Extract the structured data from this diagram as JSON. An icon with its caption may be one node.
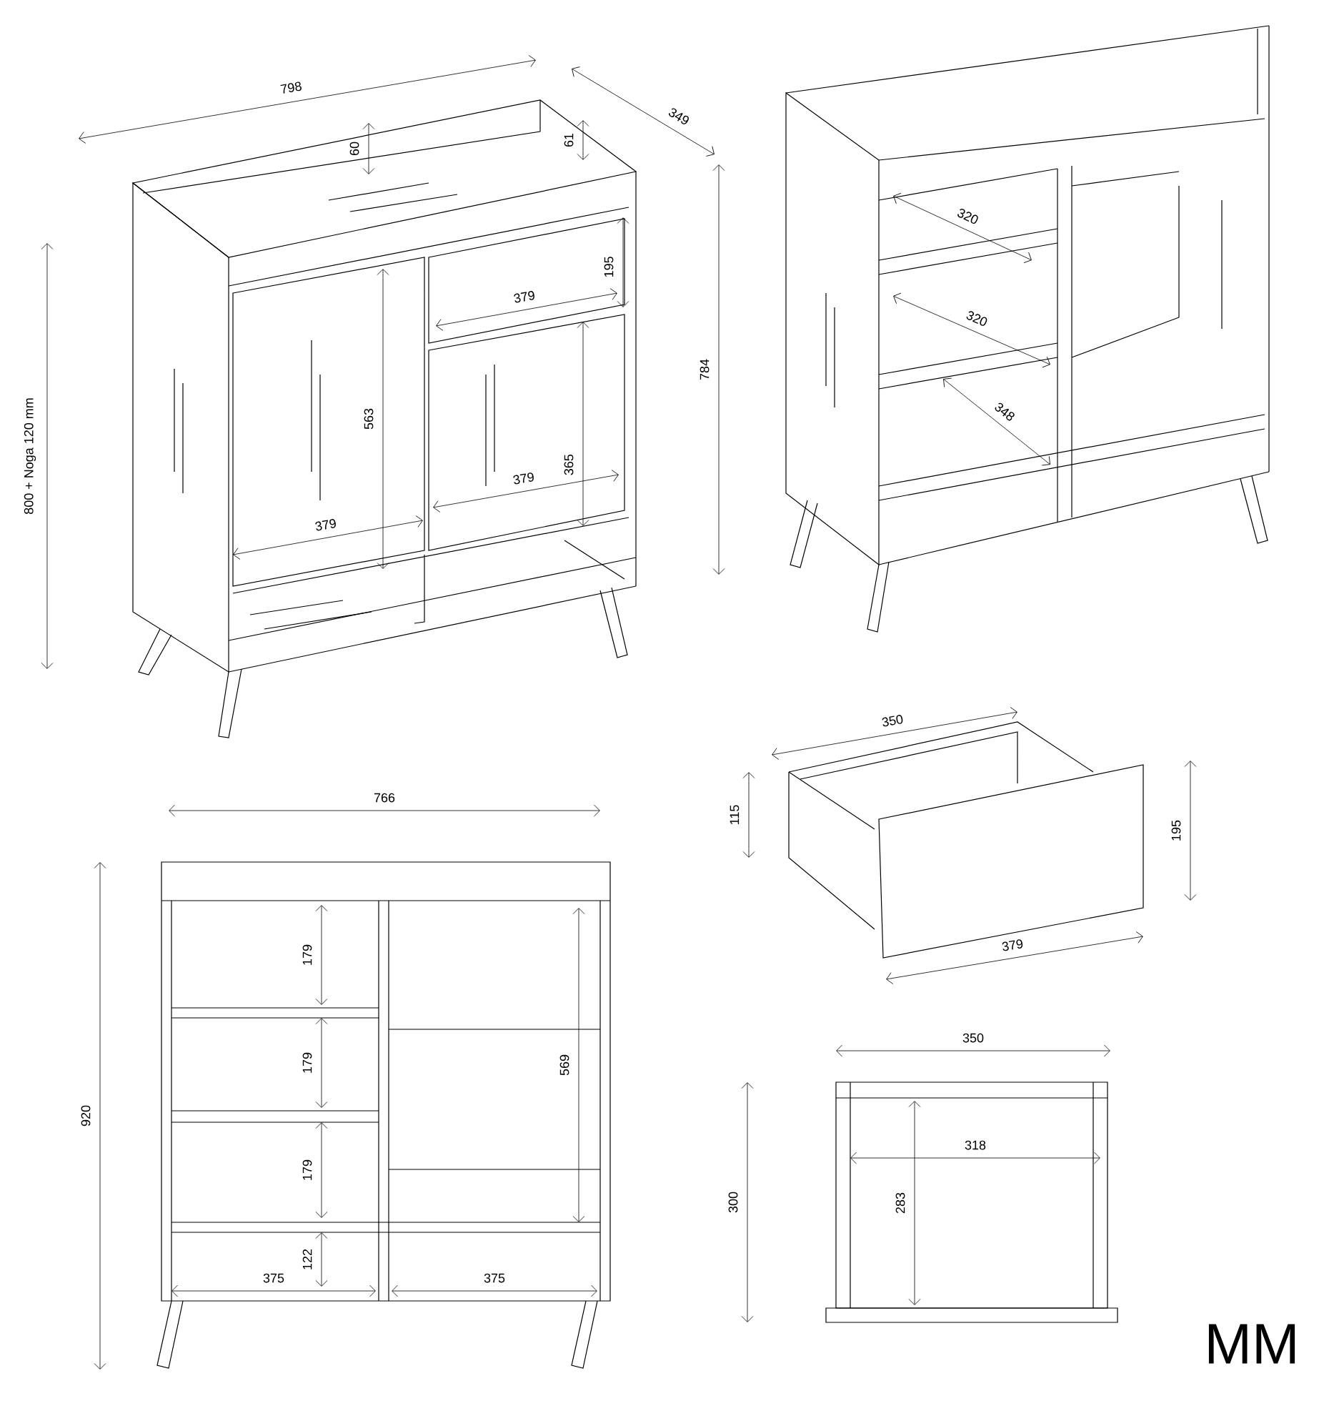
{
  "diagram": {
    "labels": [
      "798",
      "349",
      "60",
      "61",
      "195",
      "379",
      "784",
      "800 + Noga 120 mm",
      "563",
      "365",
      "379",
      "379",
      "320",
      "320",
      "348",
      "350",
      "115",
      "195",
      "379",
      "766",
      "920",
      "179",
      "179",
      "569",
      "179",
      "375",
      "122",
      "375",
      "350",
      "318",
      "300",
      "283",
      "MM"
    ]
  }
}
